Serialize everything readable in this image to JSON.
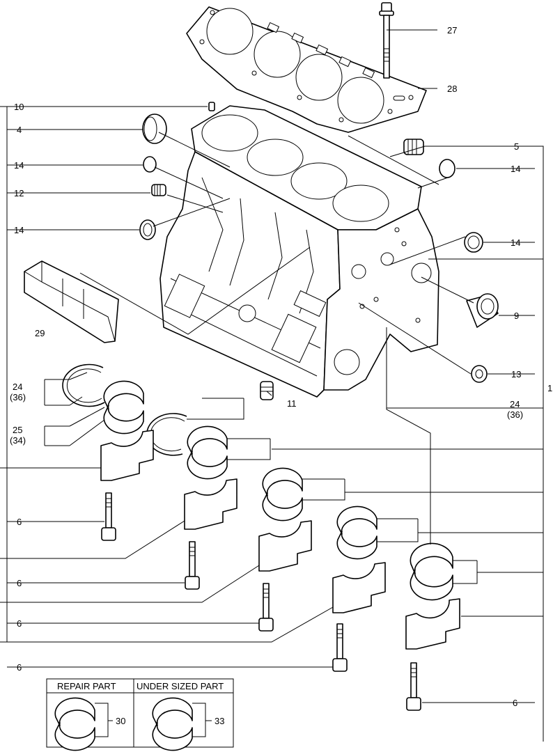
{
  "callouts": {
    "c27": "27",
    "c28": "28",
    "c10": "10",
    "c4": "4",
    "c5": "5",
    "c14_left_a": "14",
    "c14_right_a": "14",
    "c12": "12",
    "c14_left_b": "14",
    "c14_right_b": "14",
    "c29": "29",
    "c9": "9",
    "c13": "13",
    "c24_left": "24",
    "c36_left": "(36)",
    "c1": "1",
    "c11": "11",
    "c24_right": "24",
    "c36_right": "(36)",
    "c25": "25",
    "c34": "(34)",
    "c6_a": "6",
    "c6_b": "6",
    "c6_c": "6",
    "c6_d": "6",
    "c6_e": "6",
    "c30": "30",
    "c33": "33"
  },
  "legend": {
    "repair_part": "REPAIR PART",
    "under_sized_part": "UNDER SIZED PART"
  }
}
